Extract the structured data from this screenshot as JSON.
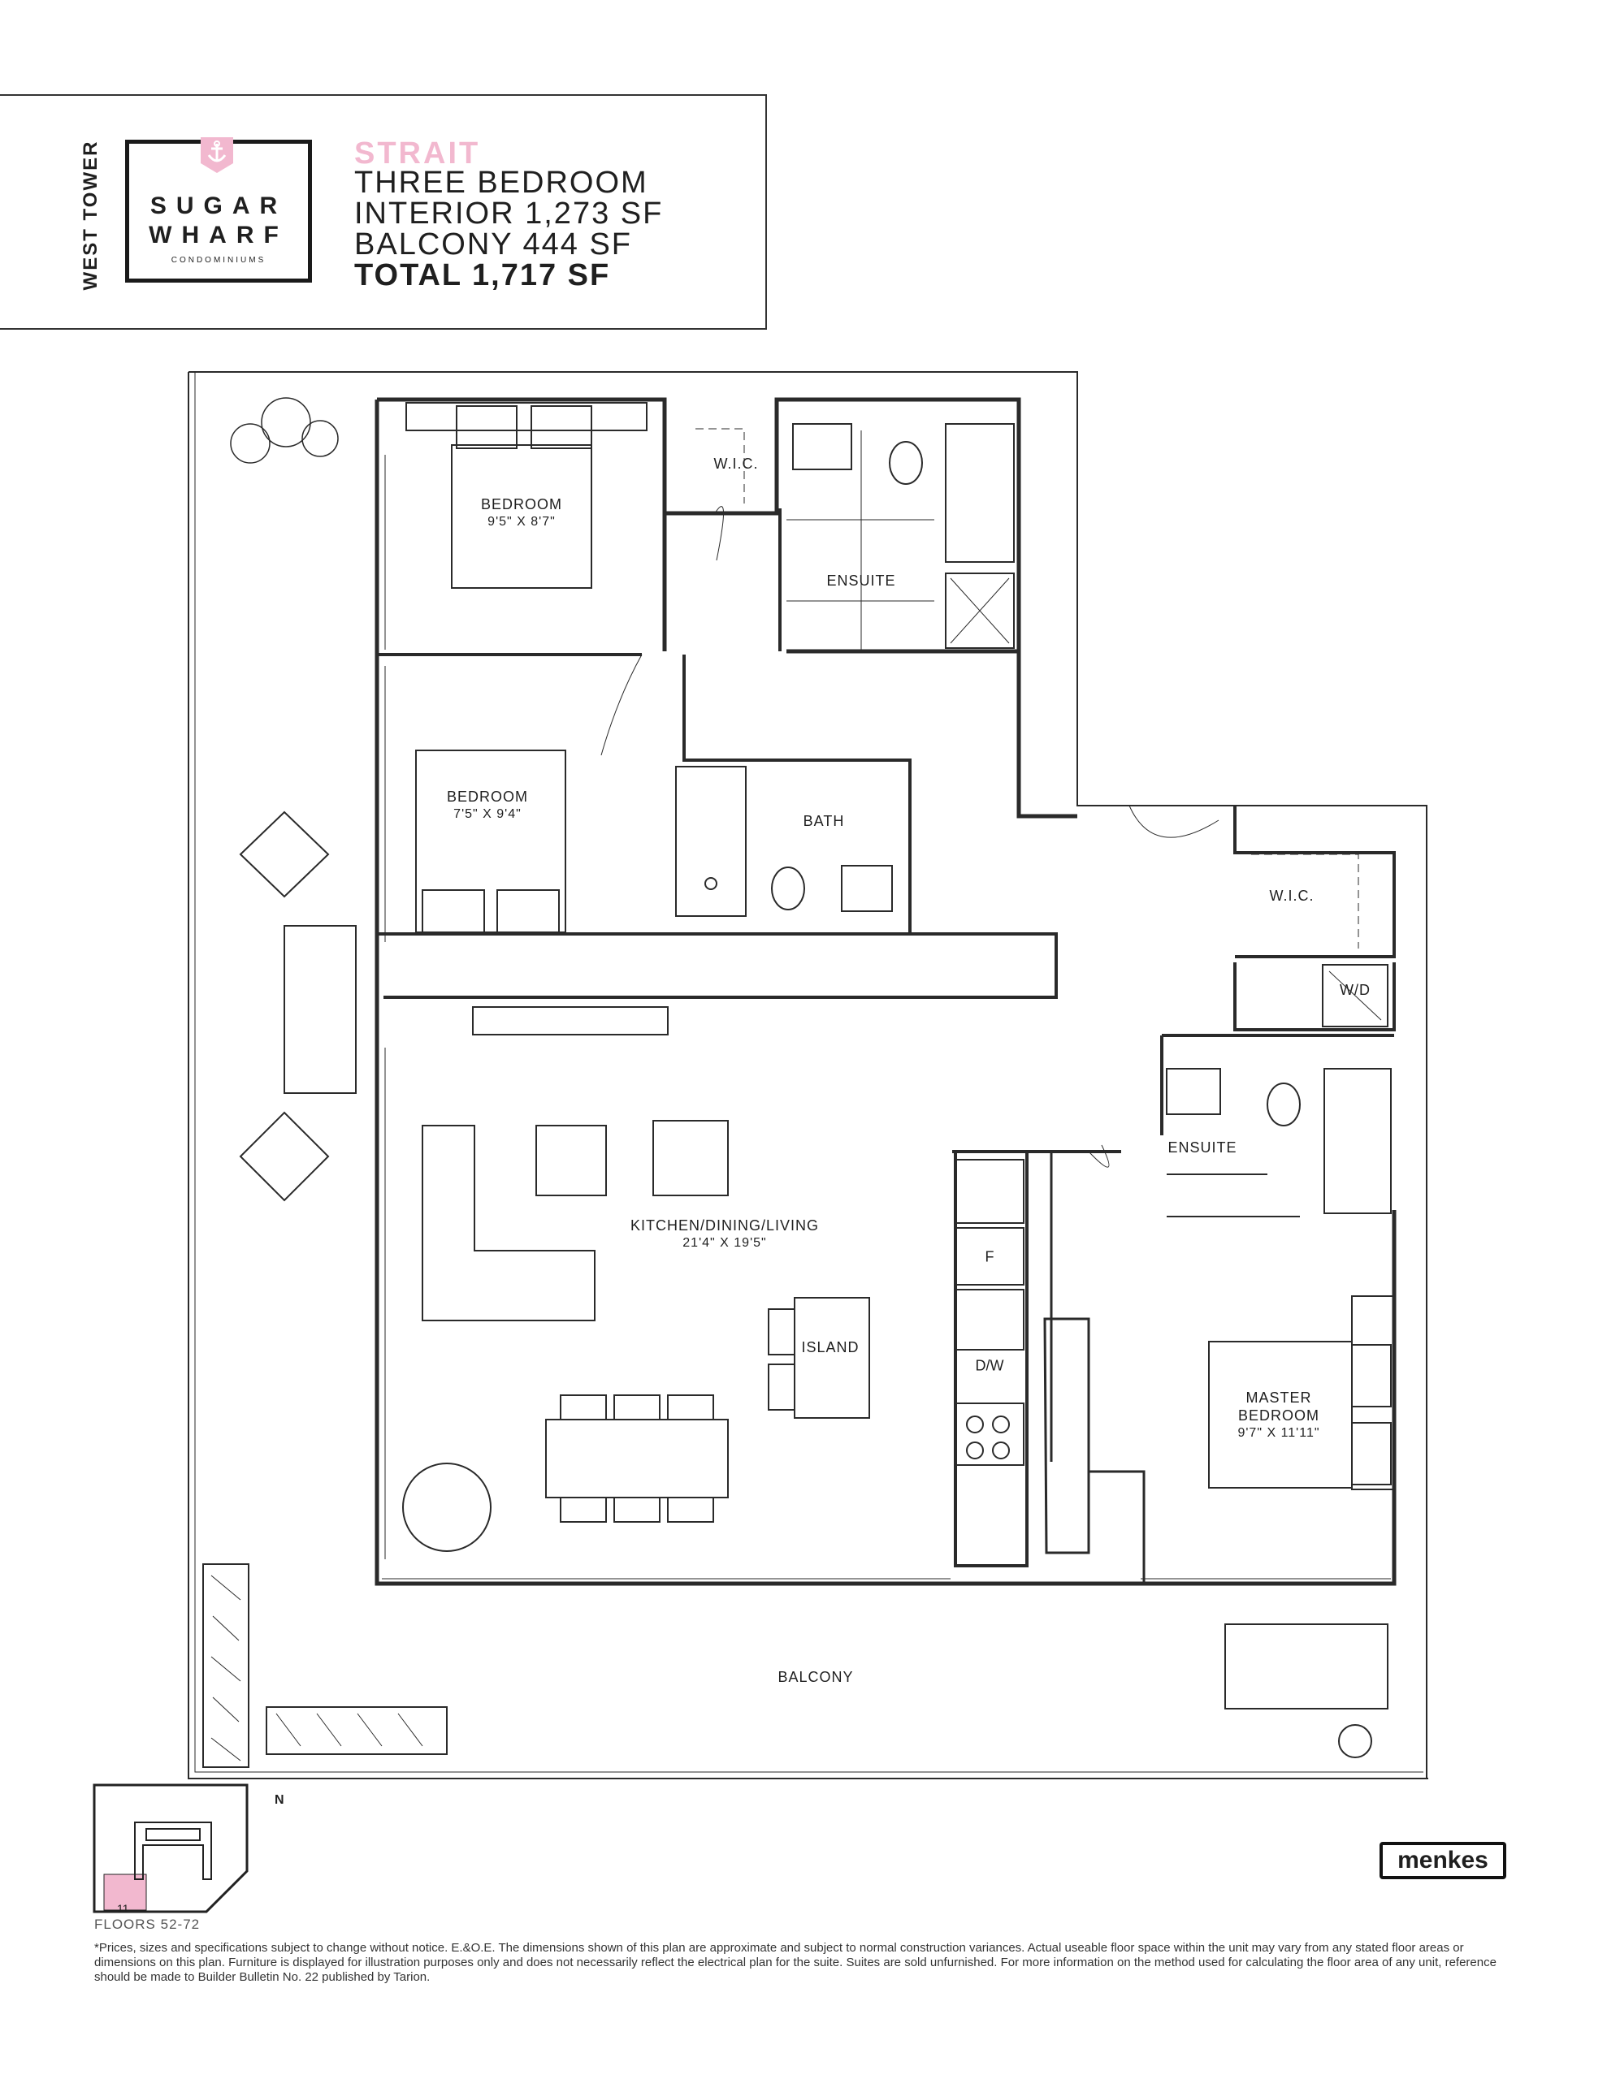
{
  "header": {
    "tower": "WEST TOWER",
    "logo_line1": "SUGAR",
    "logo_line2": "WHARF",
    "logo_sub": "CONDOMINIUMS",
    "unit_name": "STRAIT",
    "unit_type": "THREE BEDROOM",
    "interior": "INTERIOR 1,273 SF",
    "balcony": "BALCONY 444 SF",
    "total": "TOTAL 1,717 SF"
  },
  "rooms": {
    "bedroom1": {
      "name": "BEDROOM",
      "dim": "9'5\" X 8'7\""
    },
    "wic1": {
      "name": "W.I.C."
    },
    "ensuite1": {
      "name": "ENSUITE"
    },
    "bedroom2": {
      "name": "BEDROOM",
      "dim": "7'5\" X 9'4\""
    },
    "bath": {
      "name": "BATH"
    },
    "wic2": {
      "name": "W.I.C."
    },
    "wd": {
      "name": "W/D"
    },
    "ensuite2": {
      "name": "ENSUITE"
    },
    "kdl": {
      "name": "KITCHEN/DINING/LIVING",
      "dim": "21'4\" X 19'5\""
    },
    "fridge": {
      "name": "F"
    },
    "island": {
      "name": "ISLAND"
    },
    "dw": {
      "name": "D/W"
    },
    "master": {
      "name": "MASTER",
      "name2": "BEDROOM",
      "dim": "9'7\" X 11'11\""
    },
    "balcony": {
      "name": "BALCONY"
    }
  },
  "keyplan": {
    "floors": "FLOORS 52-72",
    "unit_number": "11",
    "north": "N",
    "highlight_color": "#f2b8cf"
  },
  "brand": "menkes",
  "disclaimer": "*Prices, sizes and specifications subject to change without notice. E.&O.E. The dimensions shown of this plan are approximate and subject to normal construction variances. Actual useable floor space within the unit may vary from any stated floor areas or dimensions on this plan. Furniture is displayed for illustration purposes only and does not necessarily reflect the electrical plan for the suite. Suites are sold unfurnished. For more information on the method used for calculating the floor area of any unit, reference should be made to Builder Bulletin No. 22 published by Tarion.",
  "colors": {
    "accent": "#f2b8cf",
    "line": "#2a2a2a"
  }
}
